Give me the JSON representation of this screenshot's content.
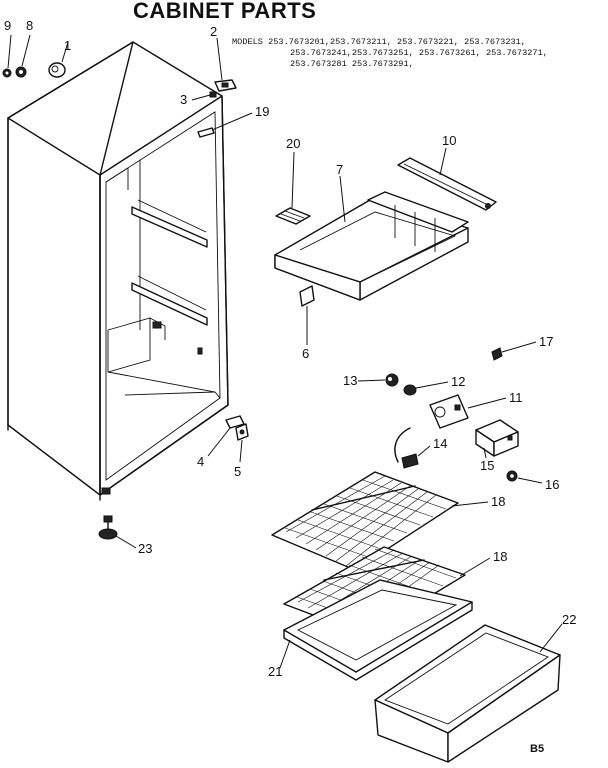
{
  "title": "CABINET PARTS",
  "models": {
    "lines": [
      "MODELS 253.7673201,253.7673211, 253.7673221, 253.7673231,",
      "253.7673241,253.7673251, 253.7673261, 253.7673271,",
      "253.7673281 253.7673291,"
    ]
  },
  "page_code": "B5",
  "callouts": {
    "c1": "1",
    "c2": "2",
    "c3": "3",
    "c4": "4",
    "c5": "5",
    "c6": "6",
    "c7": "7",
    "c8": "8",
    "c9": "9",
    "c10": "10",
    "c11": "11",
    "c12": "12",
    "c13": "13",
    "c14": "14",
    "c15": "15",
    "c16": "16",
    "c17": "17",
    "c18a": "18",
    "c18b": "18",
    "c19": "19",
    "c20": "20",
    "c21": "21",
    "c22": "22",
    "c23": "23"
  }
}
